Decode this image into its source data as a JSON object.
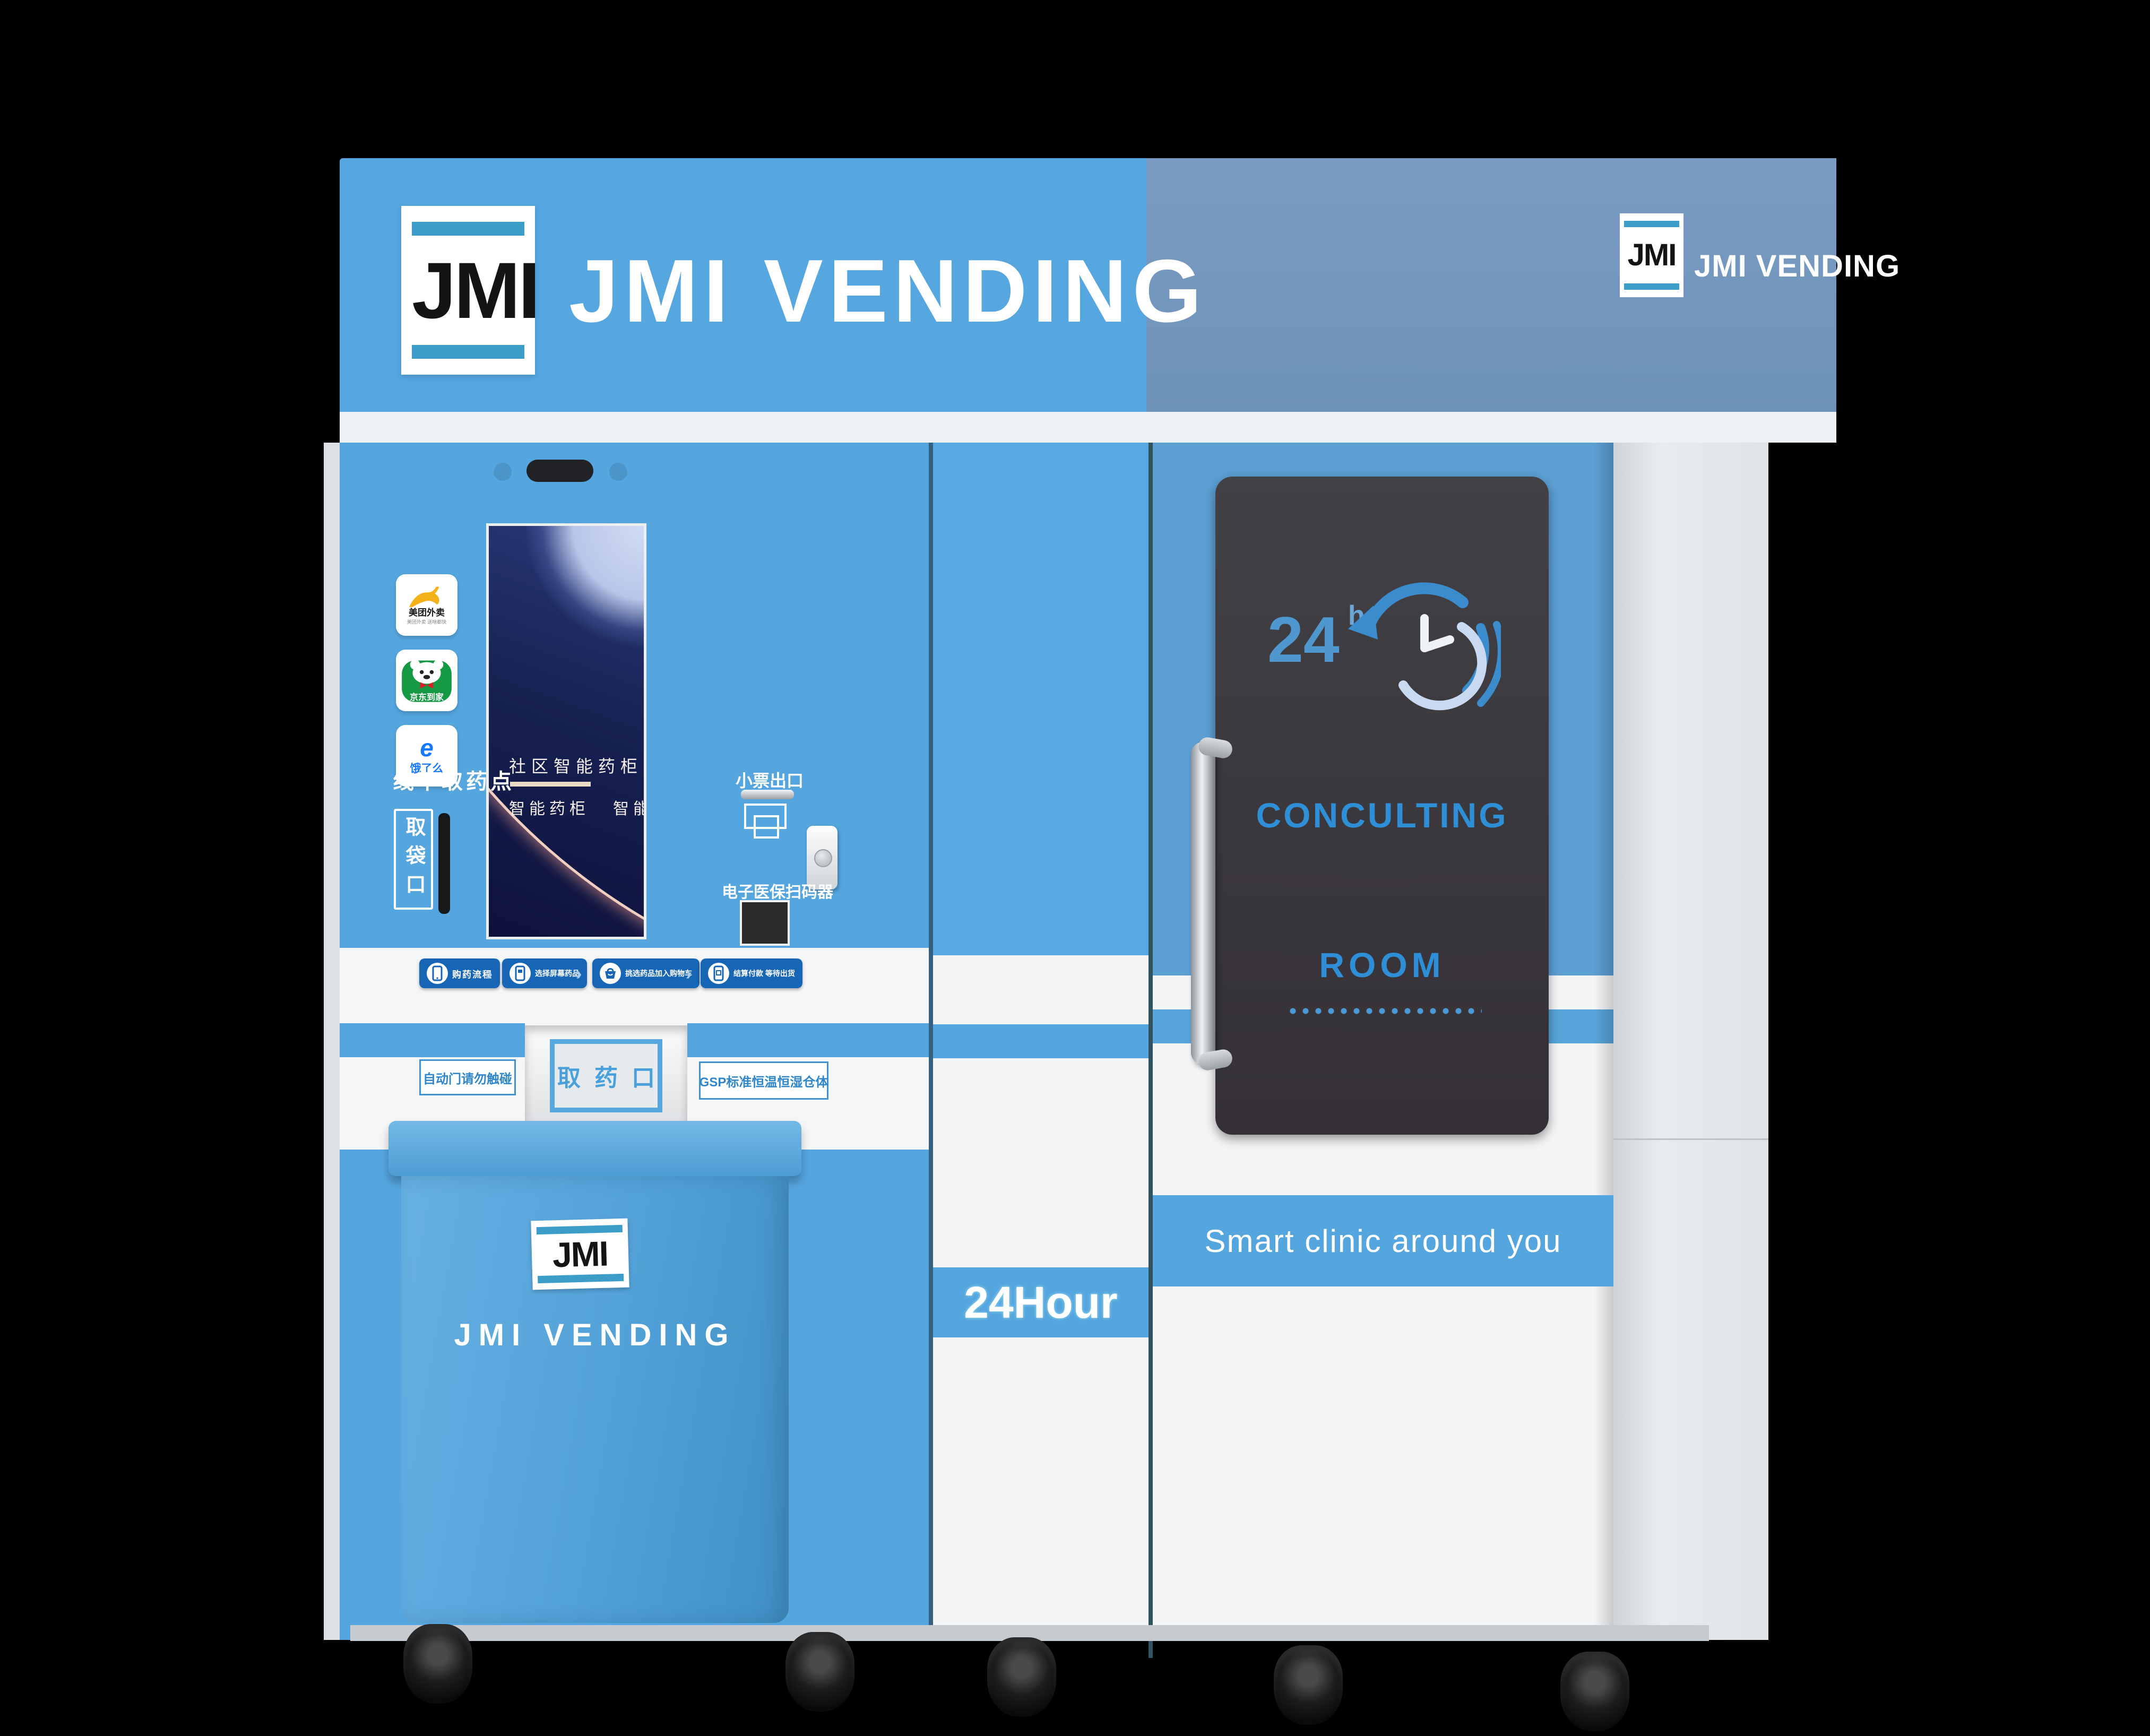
{
  "header": {
    "logo_text": "JMI",
    "brand": "JMI VENDING",
    "side_logo_text": "JMI",
    "side_brand": "JMI VENDING"
  },
  "screen": {
    "title": "社区智能药柜",
    "tag1": "智能药柜",
    "tag2": "智能生活"
  },
  "left_panel": {
    "apps": [
      {
        "name": "美团外卖",
        "sub": "美团外卖 送啥都快",
        "icon": "meituan-kangaroo-icon"
      },
      {
        "name": "京东到家",
        "icon": "jd-daojia-dog-icon"
      },
      {
        "name": "饿了么",
        "icon": "eleme-e-icon"
      }
    ],
    "pickup_point": "线下取药点",
    "bag_outlet": "取袋口",
    "receipt_outlet": "小票出口",
    "scanner_label": "电子医保扫码器"
  },
  "steps": [
    {
      "label": "购药流程",
      "icon": "phone-icon"
    },
    {
      "label": "选择屏幕药品",
      "icon": "phone-screen-icon"
    },
    {
      "label": "挑选药品加入购物车",
      "icon": "basket-icon"
    },
    {
      "label": "结算付款 等待出货",
      "icon": "phone-pay-icon"
    }
  ],
  "labels": {
    "auto_door": "自动门请勿触碰",
    "med_outlet": "取药口",
    "gsp": "GSP标准恒温恒湿仓体"
  },
  "bin": {
    "logo_text": "JMI",
    "brand": "JMI VENDING"
  },
  "middle_door": {
    "band": "24Hour"
  },
  "right_door": {
    "hours": "24",
    "hours_unit": "h",
    "line1": "CONCULTING",
    "line2": "ROOM",
    "slogan": "Smart clinic around you"
  },
  "colors": {
    "accent": "#55a6df",
    "front": "#55a6df",
    "header": "#56a7e0",
    "rdoor": "#5c9fd3",
    "logobar": "#3d9dc9",
    "btn": "#1766b5",
    "consult": "#2f8fd6",
    "screen_navy": "#121a4a",
    "dark_panel": "#3c3b3e"
  }
}
